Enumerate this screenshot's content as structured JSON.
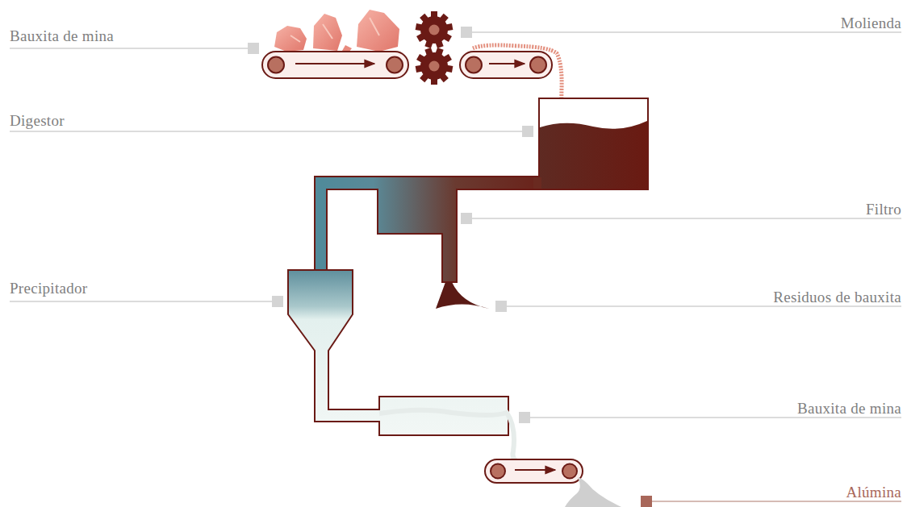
{
  "diagram": {
    "labels": [
      "Bauxita de mina",
      "Molienda",
      "Digestor",
      "Filtro",
      "Precipitador",
      "Residuos de bauxita",
      "Bauxita de mina",
      "Alúmina"
    ]
  }
}
